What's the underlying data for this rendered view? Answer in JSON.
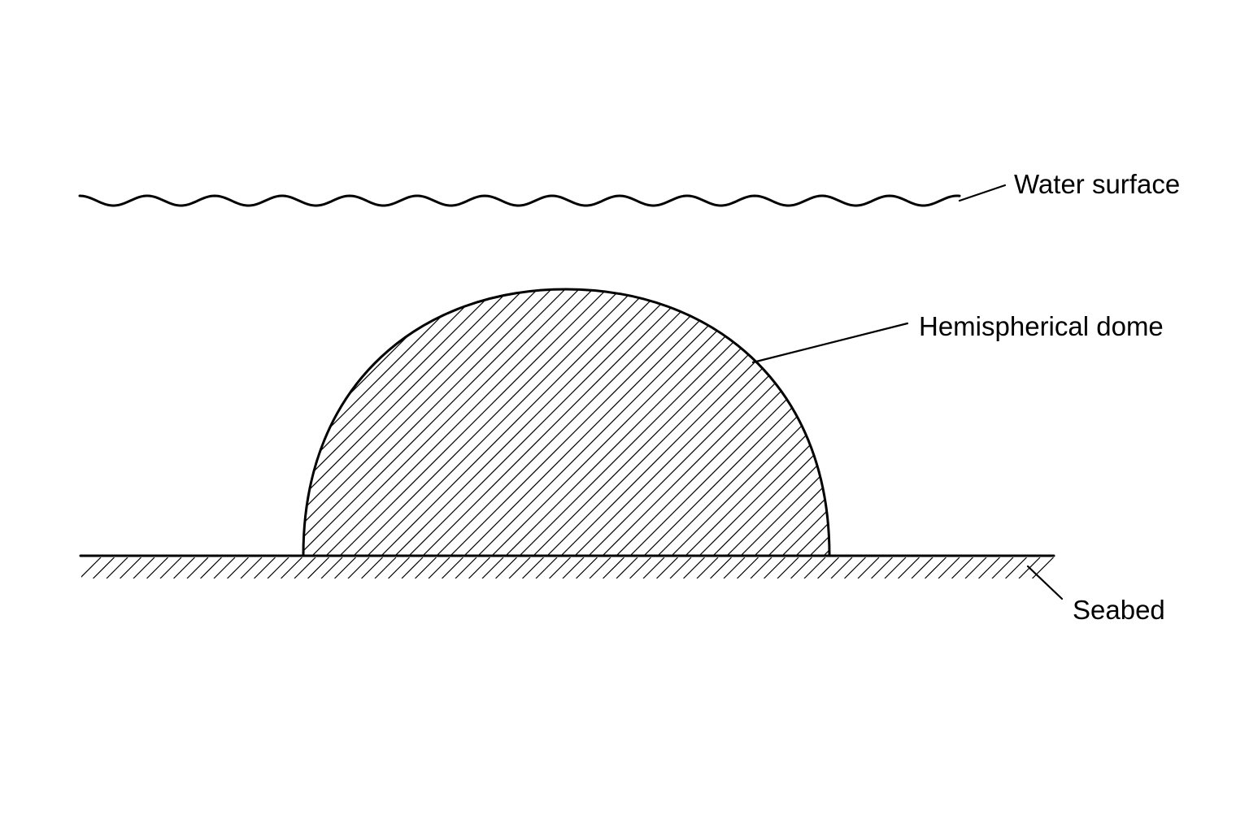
{
  "labels": {
    "water_surface": "Water surface",
    "dome": "Hemispherical dome",
    "seabed": "Seabed"
  },
  "colors": {
    "ink": "#000000",
    "background": "#ffffff"
  }
}
